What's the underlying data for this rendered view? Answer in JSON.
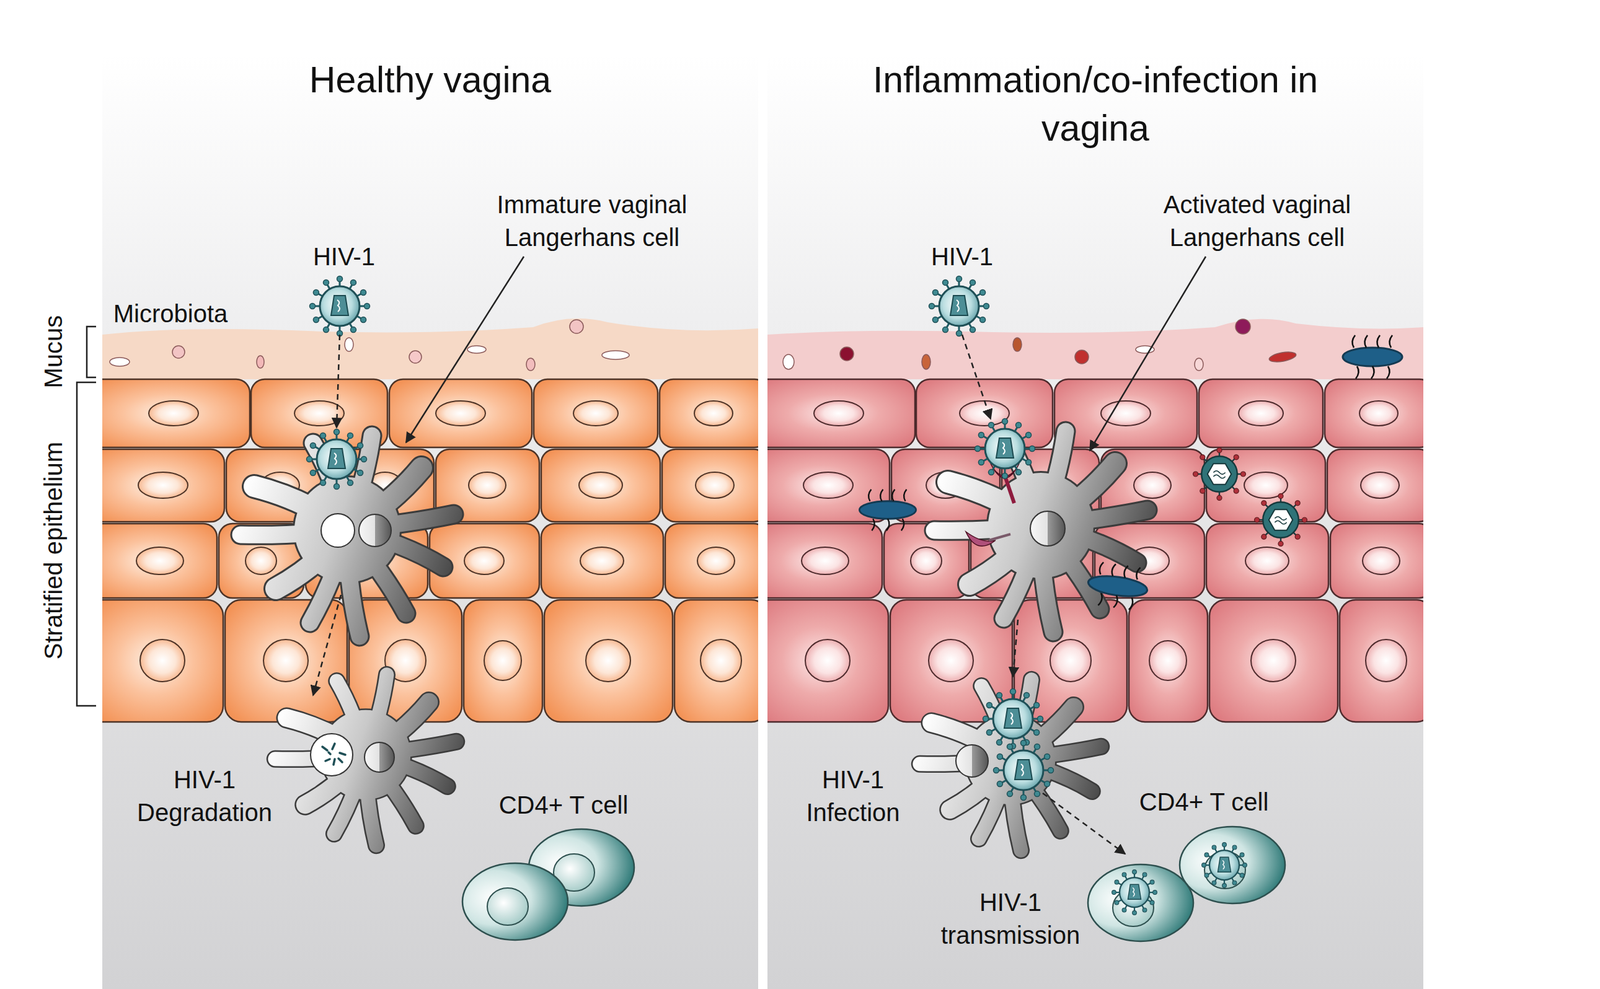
{
  "diagram": {
    "nodes": [
      {
        "text": [
          "Healthy vagina"
        ]
      },
      {
        "text": [
          "Inflammation/co-infection in vagina"
        ]
      }
    ],
    "labels": [
      "Microbiota",
      "Mucus",
      "Stratified epithelium",
      "HIV-1",
      "Immature vaginal Langerhans cell",
      "HIV-1 Degradation",
      "CD4+ T cell",
      "HIV-1",
      "Activated vaginal Langerhans cell",
      "HIV-1 Infection",
      "HIV-1 transmission",
      "CD4+ T cell"
    ]
  }
}
